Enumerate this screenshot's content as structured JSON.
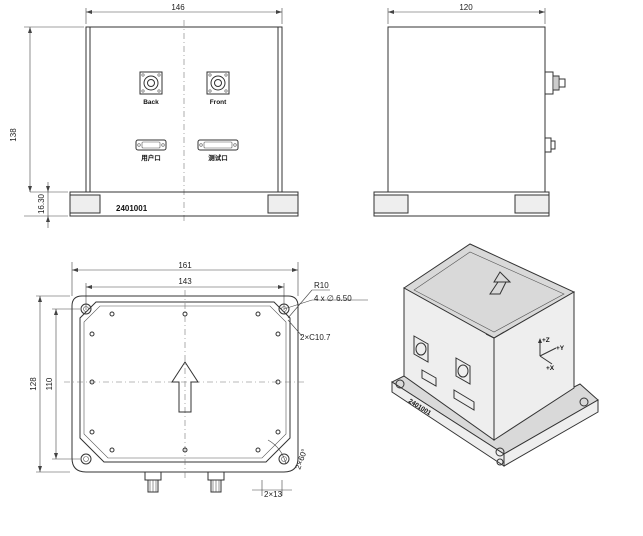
{
  "front_view": {
    "width_dim": "146",
    "height_dim": "138",
    "base_dim": "16.30",
    "port_back": "Back",
    "port_front": "Front",
    "port_user": "用户口",
    "port_test": "测试口",
    "serial": "2401001"
  },
  "side_view": {
    "width_dim": "120"
  },
  "bottom_view": {
    "outer_width": "161",
    "inner_width": "143",
    "outer_height": "128",
    "inner_height": "110",
    "radius": "R10",
    "holes": "4 x ∅ 6.50",
    "chamfer": "2×C10.7",
    "angle": "2×60°",
    "spacing": "2×13"
  },
  "iso_view": {
    "serial": "2401001",
    "axis_z": "+Z",
    "axis_y": "+Y",
    "axis_x": "+X"
  }
}
